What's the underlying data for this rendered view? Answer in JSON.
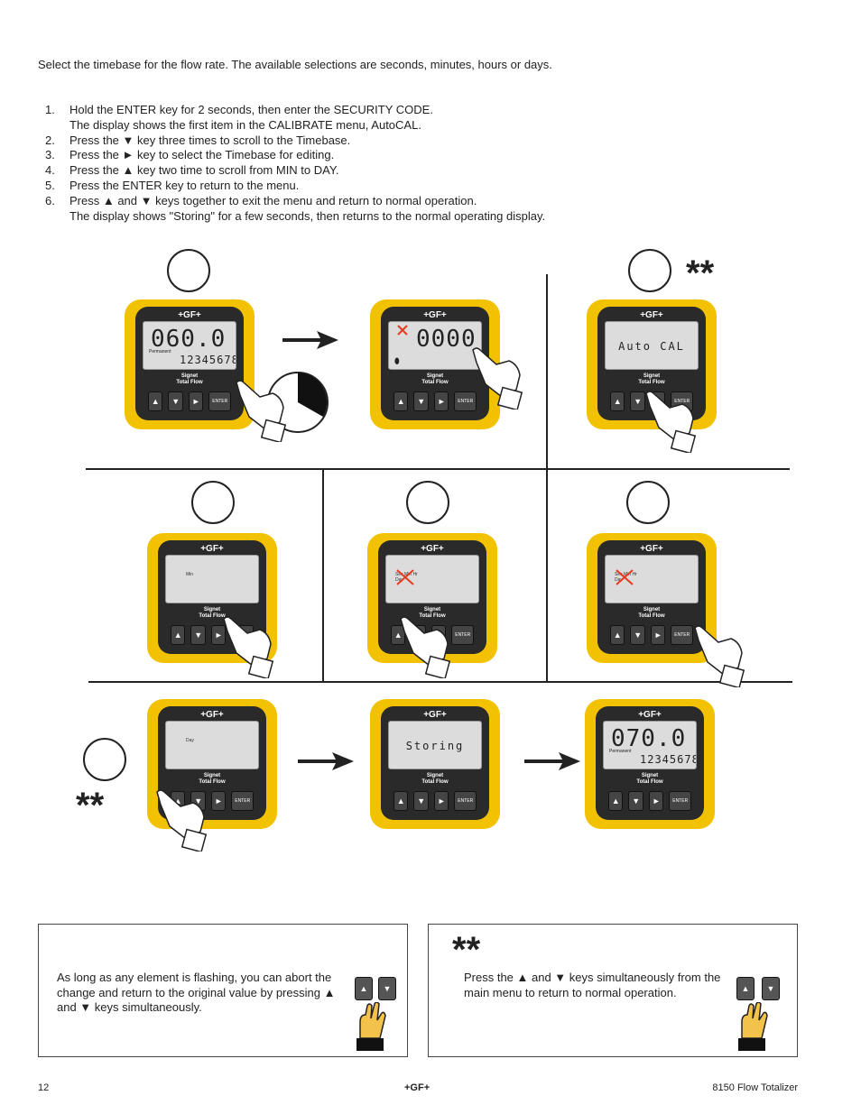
{
  "intro": "Select the timebase for the flow rate. The available selections are seconds, minutes, hours or days.",
  "steps": [
    {
      "num": "1.",
      "text": "Hold the ENTER key for 2 seconds, then enter the SECURITY CODE.",
      "sub": "The display shows the first item in the CALIBRATE menu, AutoCAL."
    },
    {
      "num": "2.",
      "text": "Press the ▼ key three times to scroll to the Timebase."
    },
    {
      "num": "3.",
      "text": "Press the ► key to select the Timebase for editing."
    },
    {
      "num": "4.",
      "text": "Press the ▲ key two time to scroll from MIN to DAY."
    },
    {
      "num": "5.",
      "text": "Press the ENTER key to return to the menu."
    },
    {
      "num": "6.",
      "text": "Press ▲ and ▼ keys together to exit the menu and return to normal operation.",
      "sub": "The display shows \"Storing\" for a few seconds, then returns to the normal operating display."
    }
  ],
  "stars": "**",
  "device": {
    "logo": "+GF+",
    "brand_line1": "Signet",
    "brand_line2": "Total Flow",
    "key_up": "▲",
    "key_down": "▼",
    "key_right": "►",
    "key_enter": "ENTER"
  },
  "displays": {
    "d1_big": "060.0",
    "d1_perm": "Permanent",
    "d1_small": "12345678",
    "d2_big": "0000",
    "d3_text": "Auto CAL",
    "d4_text": "Min",
    "d5_text": "Sec Min Hr Day",
    "d6_text": "Sec Min Hr Day",
    "d7_text": "Day",
    "d8_text": "Storing",
    "d9_big": "070.0",
    "d9_perm": "Permanent",
    "d9_small": "12345678"
  },
  "notes": {
    "left": "As long as any element is flashing, you can abort the change and return to the original value by pressing ▲ and ▼ keys simultaneously.",
    "right_stars": "**",
    "right": "Press the ▲ and ▼ keys simultaneously from the main menu to return to normal operation.",
    "key_up": "▲",
    "key_down": "▼"
  },
  "footer": {
    "page": "12",
    "logo": "+GF+",
    "product": "8150 Flow Totalizer"
  }
}
